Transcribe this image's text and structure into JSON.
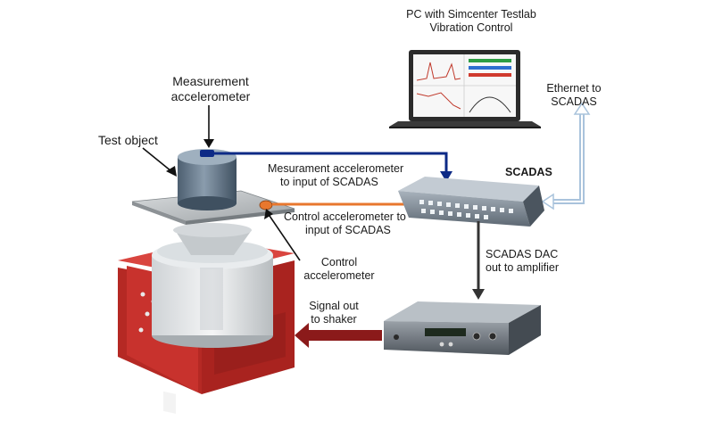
{
  "labels": {
    "pc_line1": "PC with Simcenter Testlab",
    "pc_line2": "Vibration Control",
    "ethernet_line1": "Ethernet to",
    "ethernet_line2": "SCADAS",
    "measurement_line1": "Measurement",
    "measurement_line2": "accelerometer",
    "test_object": "Test object",
    "mesurament_line1": "Mesurament accelerometer",
    "mesurament_line2": "to input of SCADAS",
    "scadas": "SCADAS",
    "control_input_line1": "Control accelerometer to",
    "control_input_line2": "input of SCADAS",
    "control_line1": "Control",
    "control_line2": "accelerometer",
    "dac_line1": "SCADAS DAC",
    "dac_line2": "out to amplifier",
    "signal_line1": "Signal out",
    "signal_line2": "to shaker"
  },
  "colors": {
    "measurement_signal": "#0d2a86",
    "control_signal": "#e8772e",
    "ethernet_link": "#a9c3dc",
    "amplifier_to_shaker": "#8b1a1a",
    "dac_link": "#333333",
    "shaker_red": "#c8322d"
  }
}
